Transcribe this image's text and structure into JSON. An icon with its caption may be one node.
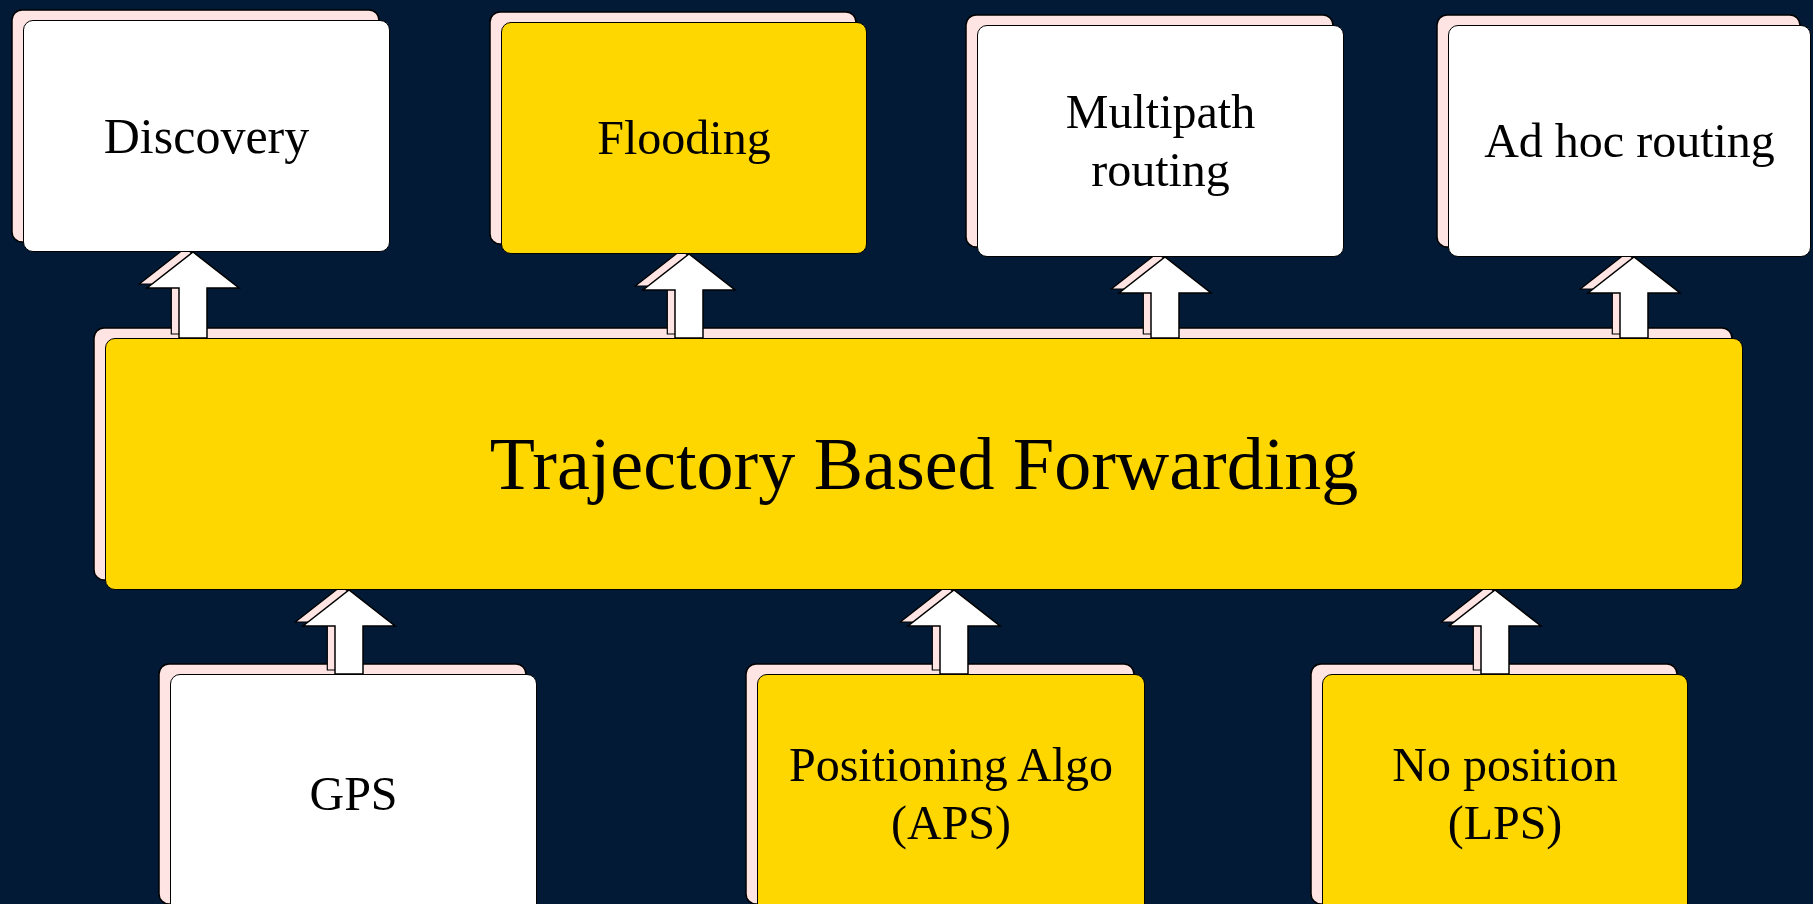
{
  "diagram": {
    "nodes": [
      {
        "text": [
          "Discovery"
        ]
      },
      {
        "text": [
          "Flooding"
        ]
      },
      {
        "text": [
          "Multipath routing"
        ]
      },
      {
        "text": [
          "Ad hoc routing"
        ]
      },
      {
        "text": [
          "Trajectory Based Forwarding"
        ]
      },
      {
        "text": [
          "GPS"
        ]
      },
      {
        "text": [
          "Positioning Algo (APS)"
        ]
      },
      {
        "text": [
          "No position (LPS)"
        ]
      }
    ],
    "edges": [
      {
        "from": 4,
        "to": 0,
        "arrow": "to"
      },
      {
        "from": 4,
        "to": 1,
        "arrow": "to"
      },
      {
        "from": 4,
        "to": 2,
        "arrow": "to"
      },
      {
        "from": 4,
        "to": 3,
        "arrow": "to"
      },
      {
        "from": 5,
        "to": 4,
        "arrow": "to"
      },
      {
        "from": 6,
        "to": 4,
        "arrow": "to"
      },
      {
        "from": 7,
        "to": 4,
        "arrow": "to"
      }
    ]
  }
}
